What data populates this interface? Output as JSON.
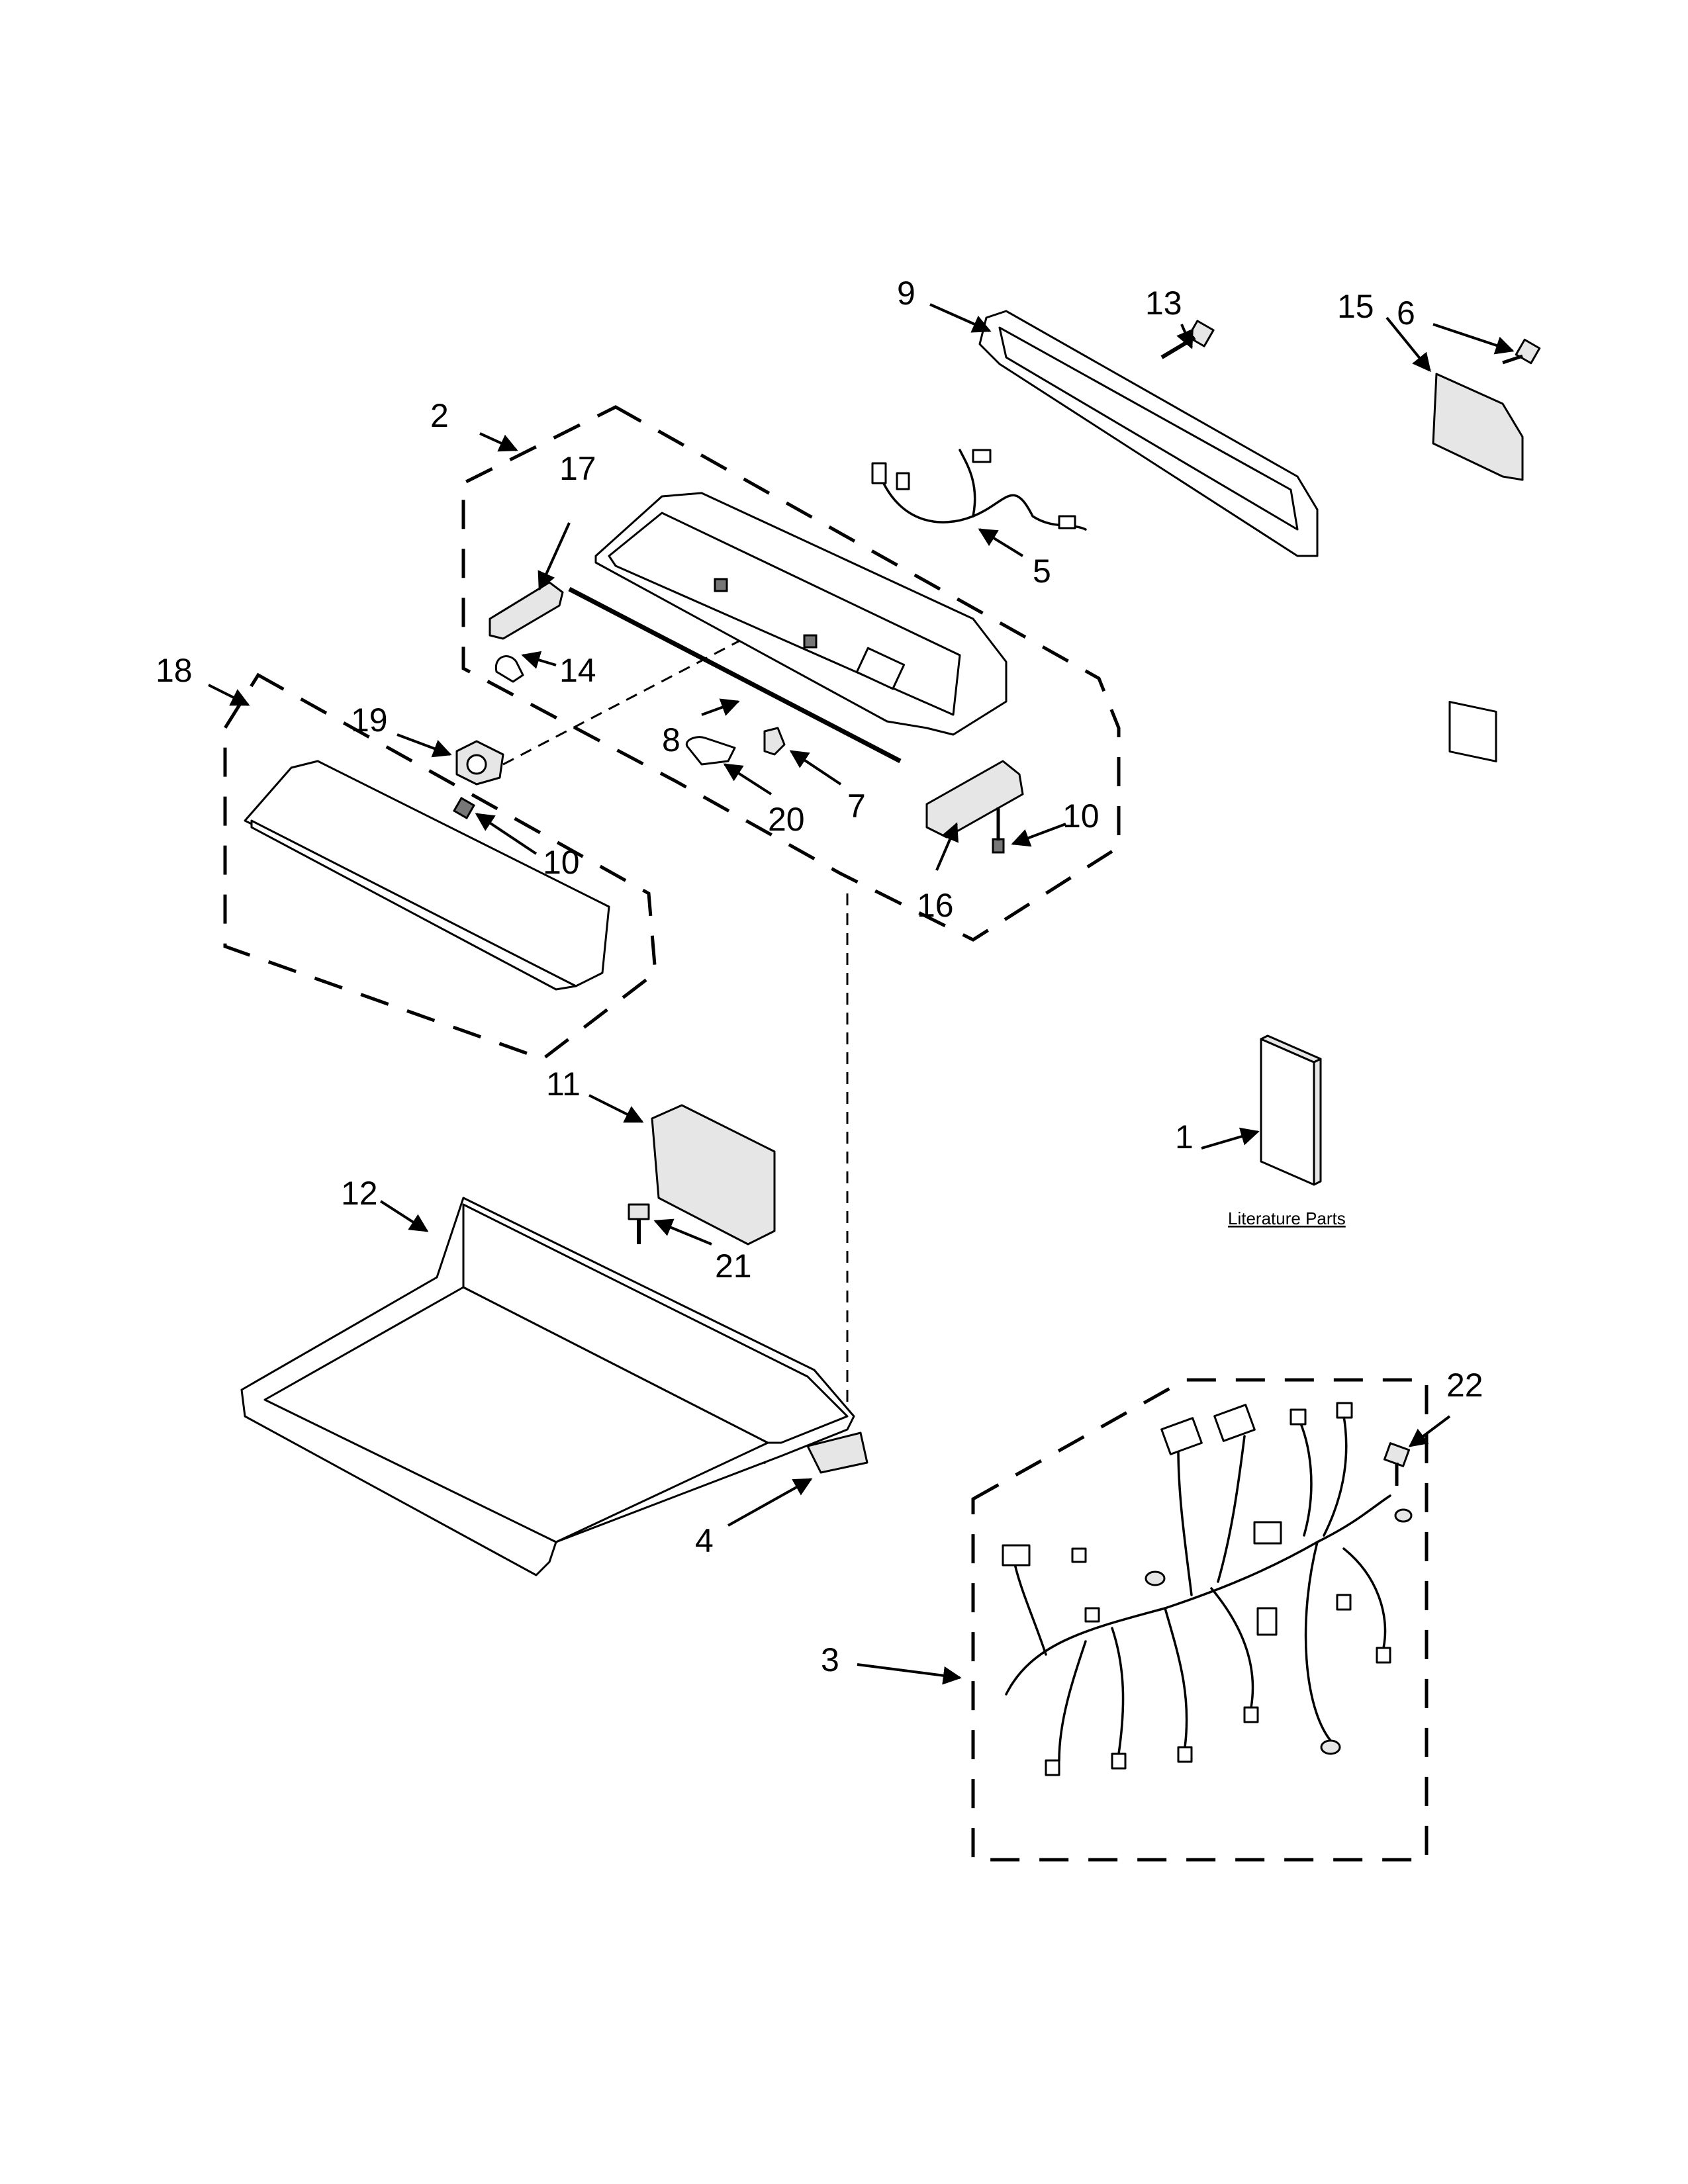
{
  "diagram": {
    "callouts": [
      "1",
      "2",
      "3",
      "4",
      "5",
      "6",
      "7",
      "8",
      "9",
      "10",
      "10",
      "11",
      "12",
      "13",
      "14",
      "15",
      "16",
      "17",
      "18",
      "19",
      "20",
      "21",
      "22"
    ],
    "literature_label": "Literature Parts"
  }
}
